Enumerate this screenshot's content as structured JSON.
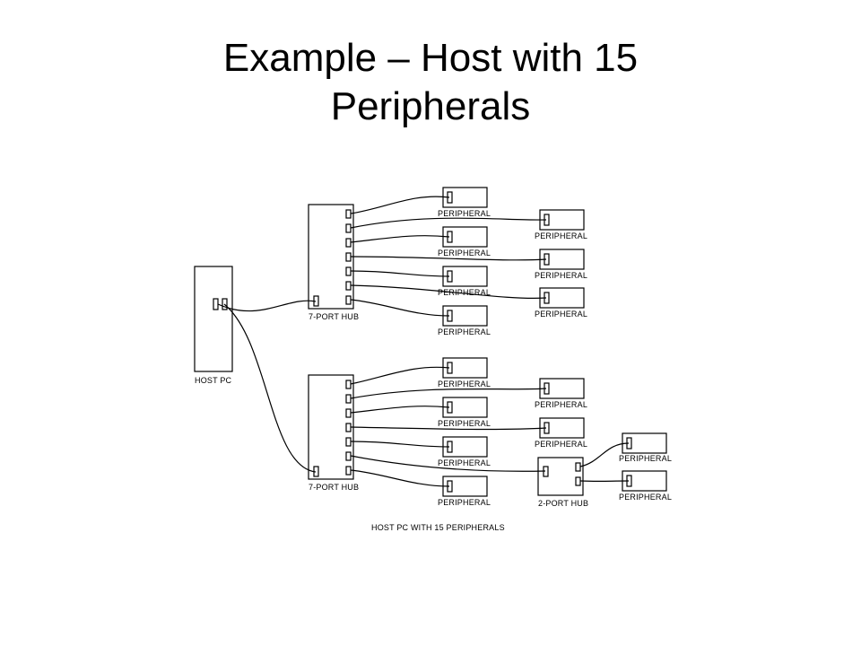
{
  "slide": {
    "title_line1": "Example – Host with 15",
    "title_line2": "Peripherals"
  },
  "diagram": {
    "host_label": "HOST PC",
    "hub7_label": "7-PORT HUB",
    "hub2_label": "2-PORT HUB",
    "peripheral_label": "PERIPHERAL",
    "caption": "HOST PC WITH 15 PERIPHERALS"
  }
}
